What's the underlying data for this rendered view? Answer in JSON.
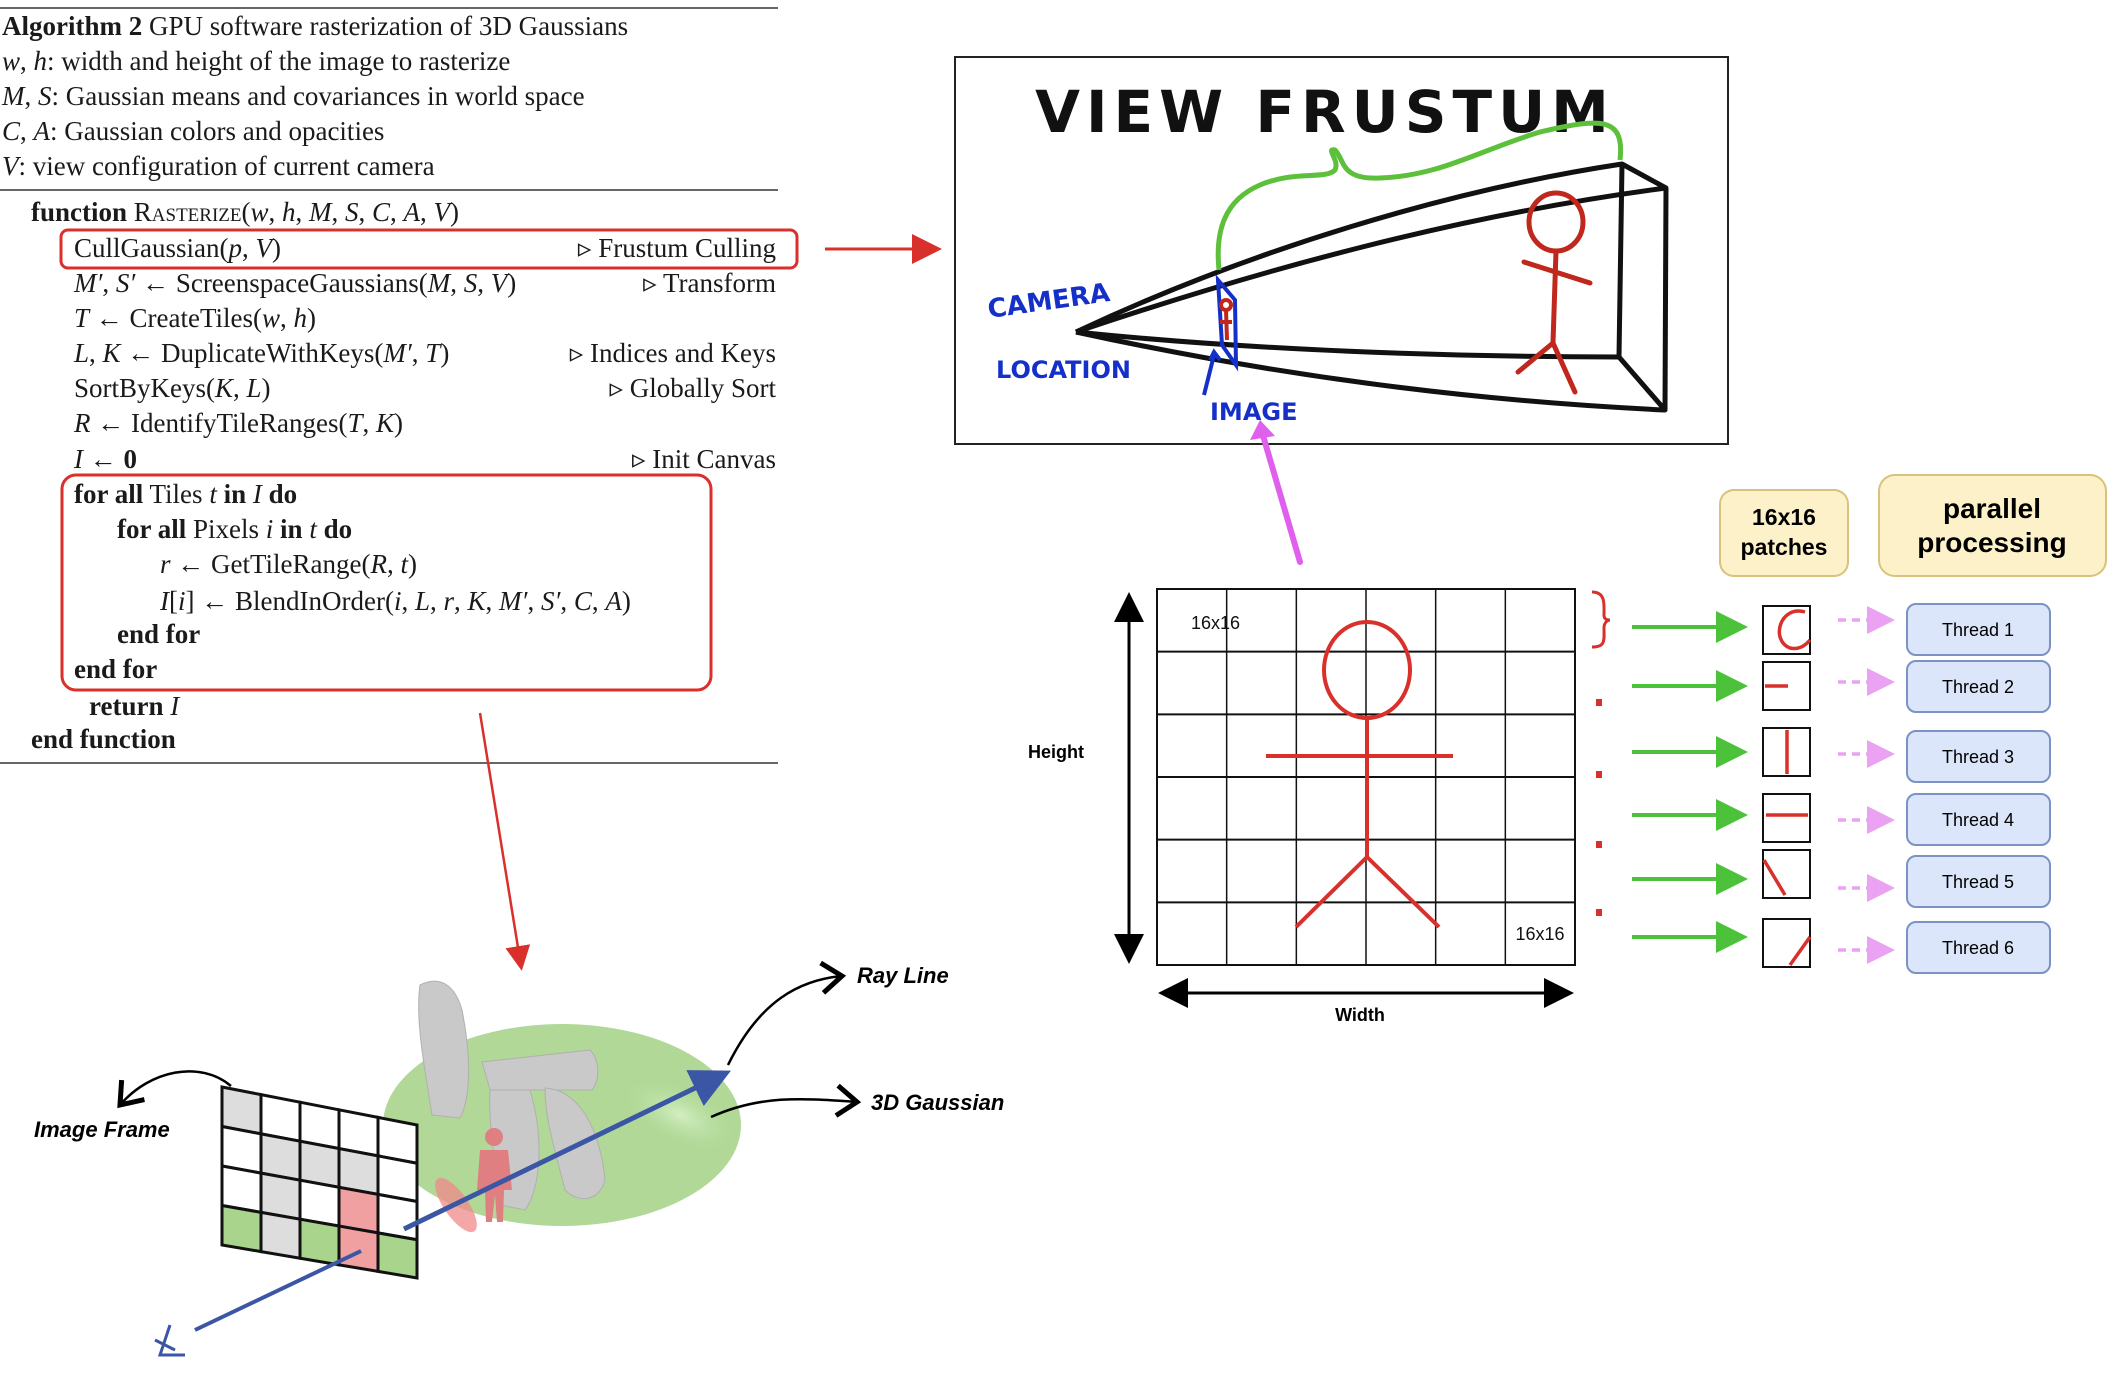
{
  "algorithm": {
    "header": [
      [
        [
          "Algorithm 2",
          "b"
        ],
        [
          " GPU software rasterization of 3D Gaussians",
          ""
        ]
      ],
      [
        [
          "w",
          "i"
        ],
        [
          ", ",
          ""
        ],
        [
          "h",
          "i"
        ],
        [
          ": width and height of the image to rasterize",
          ""
        ]
      ],
      [
        [
          "M",
          "i"
        ],
        [
          ", ",
          ""
        ],
        [
          "S",
          "i"
        ],
        [
          ": Gaussian means and covariances in world space",
          ""
        ]
      ],
      [
        [
          "C",
          "i"
        ],
        [
          ", ",
          ""
        ],
        [
          "A",
          "i"
        ],
        [
          ": Gaussian colors and opacities",
          ""
        ]
      ],
      [
        [
          "V",
          "i"
        ],
        [
          ": view configuration of current camera",
          ""
        ]
      ]
    ],
    "lines": [
      {
        "seg": [
          [
            "function ",
            "b"
          ],
          [
            "Rasterize",
            "sc"
          ],
          [
            "(",
            ""
          ],
          [
            "w",
            "i"
          ],
          [
            ", ",
            ""
          ],
          [
            "h",
            "i"
          ],
          [
            ", ",
            ""
          ],
          [
            "M",
            "i"
          ],
          [
            ", ",
            ""
          ],
          [
            "S",
            "i"
          ],
          [
            ", ",
            ""
          ],
          [
            "C",
            "i"
          ],
          [
            ", ",
            ""
          ],
          [
            "A",
            "i"
          ],
          [
            ", ",
            ""
          ],
          [
            "V",
            "i"
          ],
          [
            ")",
            ""
          ]
        ],
        "comment": ""
      },
      {
        "seg": [
          [
            "CullGaussian(",
            ""
          ],
          [
            "p",
            "i"
          ],
          [
            ", ",
            ""
          ],
          [
            "V",
            "i"
          ],
          [
            ")",
            ""
          ]
        ],
        "comment": "▹ Frustum Culling"
      },
      {
        "seg": [
          [
            "M′",
            "i"
          ],
          [
            ", ",
            ""
          ],
          [
            "S′",
            "i"
          ],
          [
            " ← ScreenspaceGaussians(",
            ""
          ],
          [
            "M",
            "i"
          ],
          [
            ", ",
            ""
          ],
          [
            "S",
            "i"
          ],
          [
            ", ",
            ""
          ],
          [
            "V",
            "i"
          ],
          [
            ")",
            ""
          ]
        ],
        "comment": "▹ Transform"
      },
      {
        "seg": [
          [
            "T",
            "i"
          ],
          [
            " ← CreateTiles(",
            ""
          ],
          [
            "w",
            "i"
          ],
          [
            ", ",
            ""
          ],
          [
            "h",
            "i"
          ],
          [
            ")",
            ""
          ]
        ],
        "comment": ""
      },
      {
        "seg": [
          [
            "L",
            "i"
          ],
          [
            ", ",
            ""
          ],
          [
            "K",
            "i"
          ],
          [
            " ← DuplicateWithKeys(",
            ""
          ],
          [
            "M′",
            "i"
          ],
          [
            ", ",
            ""
          ],
          [
            "T",
            "i"
          ],
          [
            ")",
            ""
          ]
        ],
        "comment": "▹ Indices and Keys"
      },
      {
        "seg": [
          [
            "SortByKeys(",
            ""
          ],
          [
            "K",
            "i"
          ],
          [
            ", ",
            ""
          ],
          [
            "L",
            "i"
          ],
          [
            ")",
            ""
          ]
        ],
        "comment": "▹ Globally Sort"
      },
      {
        "seg": [
          [
            "R",
            "i"
          ],
          [
            " ← IdentifyTileRanges(",
            ""
          ],
          [
            "T",
            "i"
          ],
          [
            ", ",
            ""
          ],
          [
            "K",
            "i"
          ],
          [
            ")",
            ""
          ]
        ],
        "comment": ""
      },
      {
        "seg": [
          [
            "I",
            "i"
          ],
          [
            " ← ",
            ""
          ],
          [
            "0",
            "b"
          ]
        ],
        "comment": "▹ Init Canvas"
      },
      {
        "seg": [
          [
            "for all",
            "b"
          ],
          [
            " Tiles ",
            ""
          ],
          [
            "t",
            "i"
          ],
          [
            " in ",
            "b"
          ],
          [
            "I",
            "i"
          ],
          [
            " do",
            "b"
          ]
        ],
        "comment": ""
      },
      {
        "seg": [
          [
            "for all",
            "b"
          ],
          [
            " Pixels ",
            ""
          ],
          [
            "i",
            "i"
          ],
          [
            " in ",
            "b"
          ],
          [
            "t",
            "i"
          ],
          [
            " do",
            "b"
          ]
        ],
        "comment": ""
      },
      {
        "seg": [
          [
            "r",
            "i"
          ],
          [
            " ← GetTileRange(",
            ""
          ],
          [
            "R",
            "i"
          ],
          [
            ", ",
            ""
          ],
          [
            "t",
            "i"
          ],
          [
            ")",
            ""
          ]
        ],
        "comment": ""
      },
      {
        "seg": [
          [
            "I",
            "i"
          ],
          [
            "[",
            ""
          ],
          [
            "i",
            "i"
          ],
          [
            "] ← BlendInOrder(",
            ""
          ],
          [
            "i",
            "i"
          ],
          [
            ", ",
            ""
          ],
          [
            "L",
            "i"
          ],
          [
            ", ",
            ""
          ],
          [
            "r",
            "i"
          ],
          [
            ", ",
            ""
          ],
          [
            "K",
            "i"
          ],
          [
            ", ",
            ""
          ],
          [
            "M′",
            "i"
          ],
          [
            ", ",
            ""
          ],
          [
            "S′",
            "i"
          ],
          [
            ", ",
            ""
          ],
          [
            "C",
            "i"
          ],
          [
            ", ",
            ""
          ],
          [
            "A",
            "i"
          ],
          [
            ")",
            ""
          ]
        ],
        "comment": ""
      },
      {
        "seg": [
          [
            "end for",
            "b"
          ]
        ],
        "comment": ""
      },
      {
        "seg": [
          [
            "end for",
            "b"
          ]
        ],
        "comment": ""
      },
      {
        "seg": [
          [
            "return ",
            "b"
          ],
          [
            "I",
            "i"
          ]
        ],
        "comment": ""
      },
      {
        "seg": [
          [
            "end function",
            "b"
          ]
        ],
        "comment": ""
      }
    ]
  },
  "frustum": {
    "title": "VIEW FRUSTUM",
    "camera_label": "CAMERA",
    "location_label": "LOCATION",
    "image_label": "IMAGE"
  },
  "tiles": {
    "tile_label_top": "16x16",
    "tile_label_bottom": "16x16",
    "height_label": "Height",
    "width_label": "Width",
    "patches_header": "16x16 patches",
    "parallel_header": "parallel processing",
    "threads": [
      "Thread 1",
      "Thread 2",
      "Thread 3",
      "Thread 4",
      "Thread 5",
      "Thread 6"
    ]
  },
  "scene": {
    "image_frame_label": "Image Frame",
    "ray_line_label": "Ray Line",
    "gaussian_label": "3D Gaussian"
  },
  "colors": {
    "highlight_red": "#d9302b",
    "arrow_green": "#4cc23a",
    "arrow_pink": "#e27af0",
    "thread_fill": "#dbe6fa",
    "thread_stroke": "#7a93c4",
    "header_fill": "#fdf1c9",
    "header_stroke": "#d8c27c",
    "ink_blue": "#1530c8",
    "ray_blue": "#3c56a6"
  }
}
